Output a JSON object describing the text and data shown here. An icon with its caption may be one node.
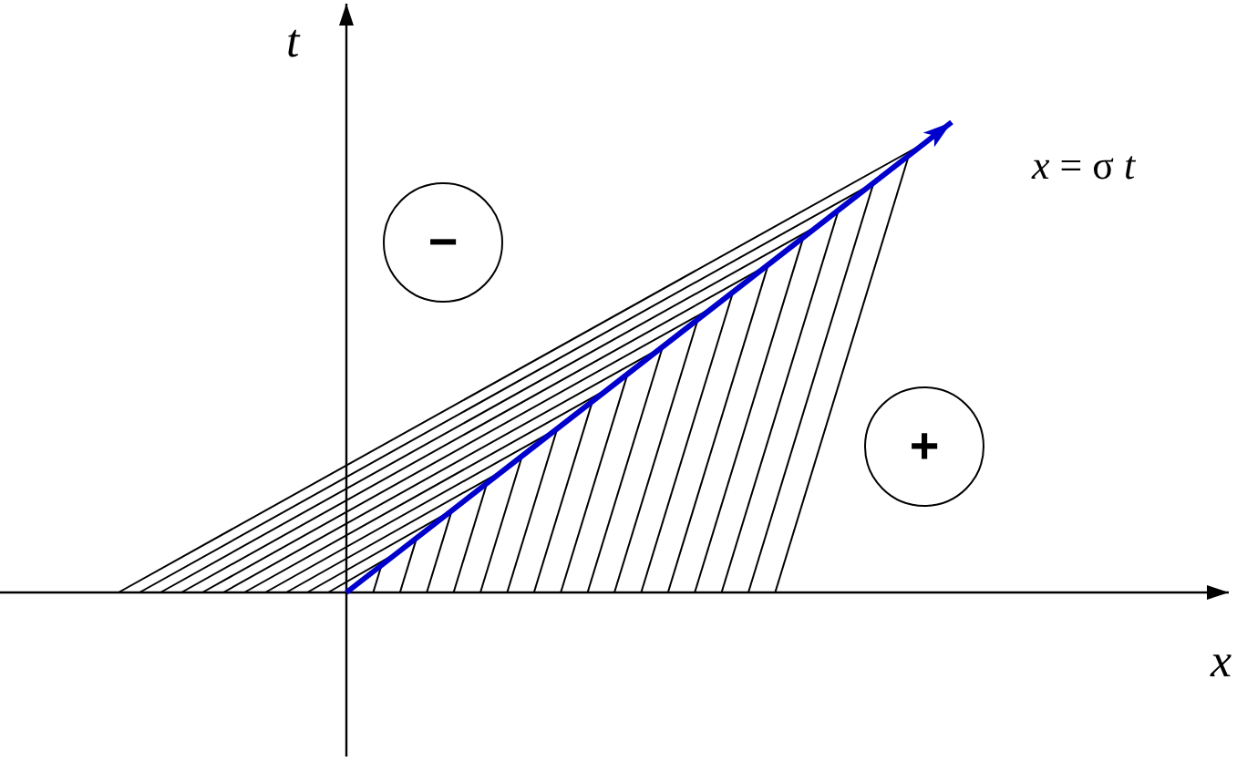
{
  "diagram": {
    "nodes": [
      {
        "text": [
          "−"
        ]
      },
      {
        "text": [
          "+"
        ]
      }
    ],
    "labels": [
      "t",
      "*x* = σ *t*",
      "x"
    ]
  }
}
